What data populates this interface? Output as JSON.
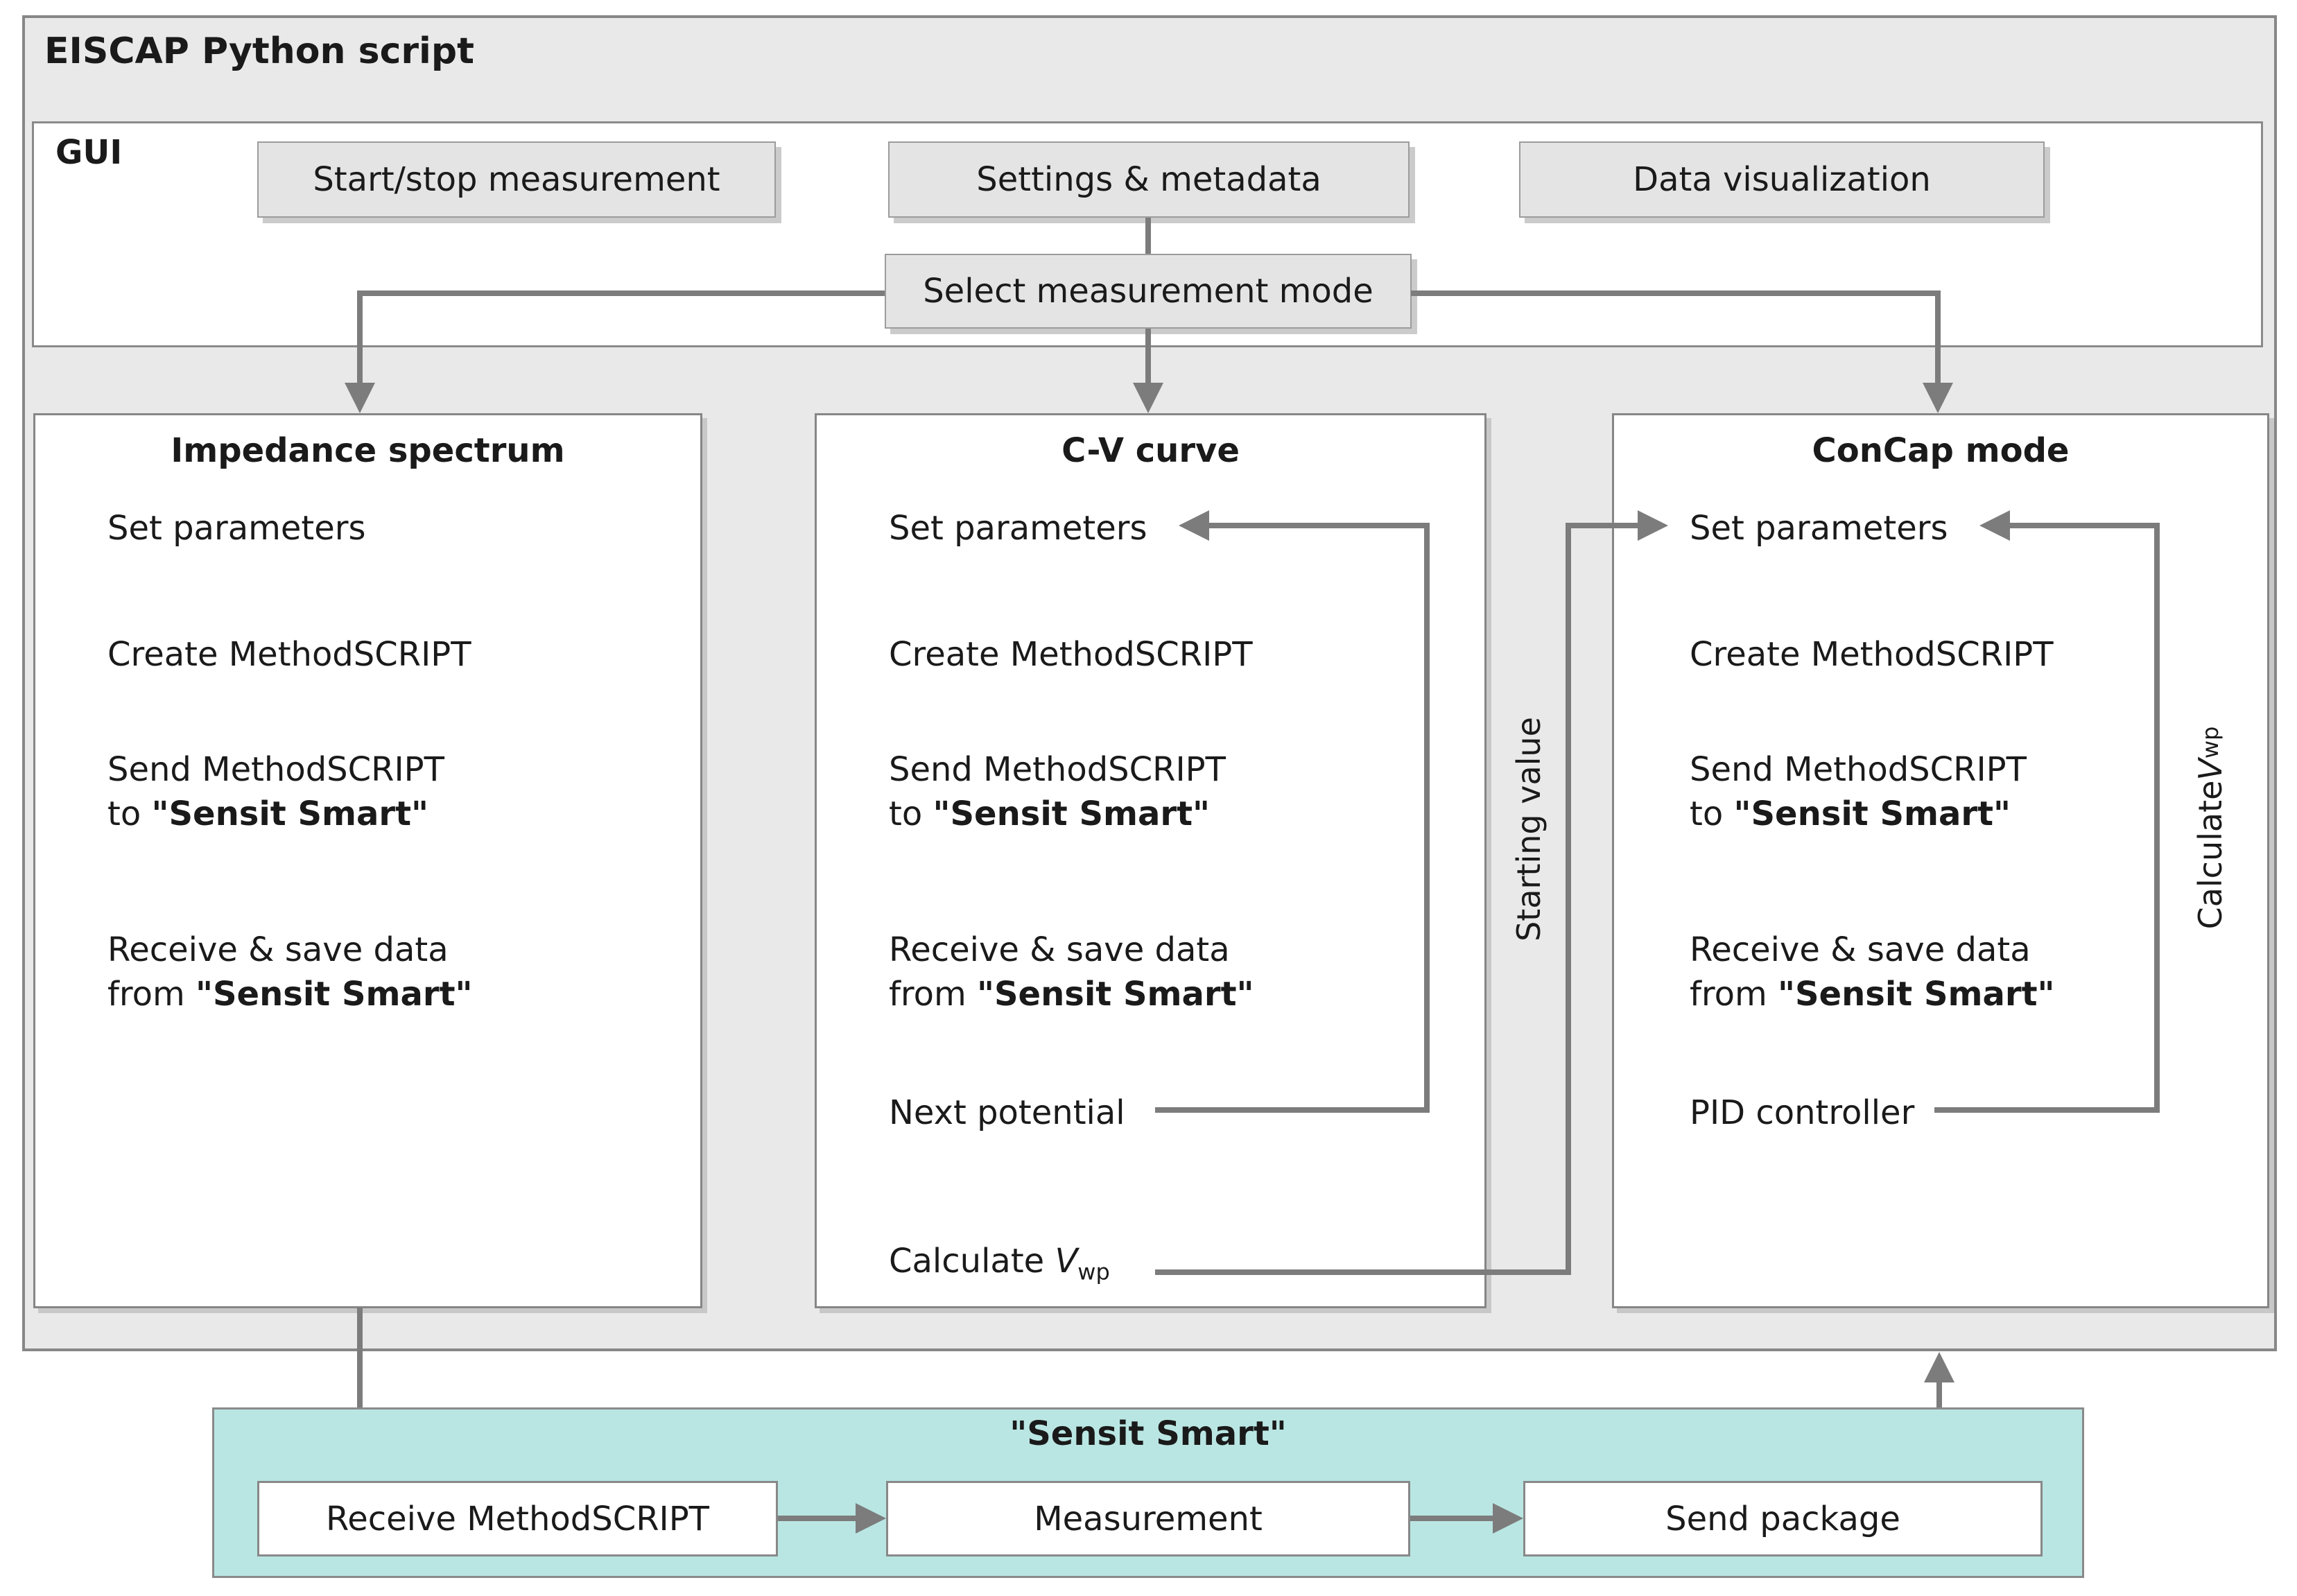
{
  "title": "EISCAP Python script",
  "gui": {
    "label": "GUI",
    "buttons": {
      "start_stop": "Start/stop measurement",
      "settings": "Settings & metadata",
      "data_vis": "Data visualization",
      "select_mode": "Select measurement mode"
    }
  },
  "columns": [
    {
      "title": "Impedance spectrum",
      "steps": {
        "set_parameters": "Set parameters",
        "create_script": "Create MethodSCRIPT",
        "send_line1": "Send MethodSCRIPT",
        "send_prefix": "to ",
        "send_bold": "\"Sensit Smart\"",
        "receive_line1": "Receive & save data",
        "receive_prefix": "from ",
        "receive_bold": "\"Sensit Smart\""
      }
    },
    {
      "title": "C-V curve",
      "steps": {
        "set_parameters": "Set parameters",
        "create_script": "Create MethodSCRIPT",
        "send_line1": "Send MethodSCRIPT",
        "send_prefix": "to ",
        "send_bold": "\"Sensit Smart\"",
        "receive_line1": "Receive & save data",
        "receive_prefix": "from ",
        "receive_bold": "\"Sensit Smart\"",
        "next_potential": "Next potential",
        "calculate_prefix": "Calculate ",
        "calculate_v": "V",
        "calculate_sub": "wp"
      }
    },
    {
      "title": "ConCap mode",
      "steps": {
        "set_parameters": "Set parameters",
        "create_script": "Create MethodSCRIPT",
        "send_line1": "Send MethodSCRIPT",
        "send_prefix": "to ",
        "send_bold": "\"Sensit Smart\"",
        "receive_line1": "Receive & save data",
        "receive_prefix": "from ",
        "receive_bold": "\"Sensit Smart\"",
        "pid": "PID controller"
      }
    }
  ],
  "loop_labels": {
    "starting_value": "Starting value",
    "calculate_prefix": "Calculate ",
    "calculate_v": "V",
    "calculate_sub": "wp"
  },
  "sensit": {
    "title": "\"Sensit Smart\"",
    "boxes": {
      "receive": "Receive MethodSCRIPT",
      "measurement": "Measurement",
      "send": "Send package"
    }
  },
  "colors": {
    "outer_fill": "#e9e9e9",
    "teal_fill": "#b9e6e3",
    "connector": "#7c7c7c",
    "box_border": "#8a8a8a"
  }
}
